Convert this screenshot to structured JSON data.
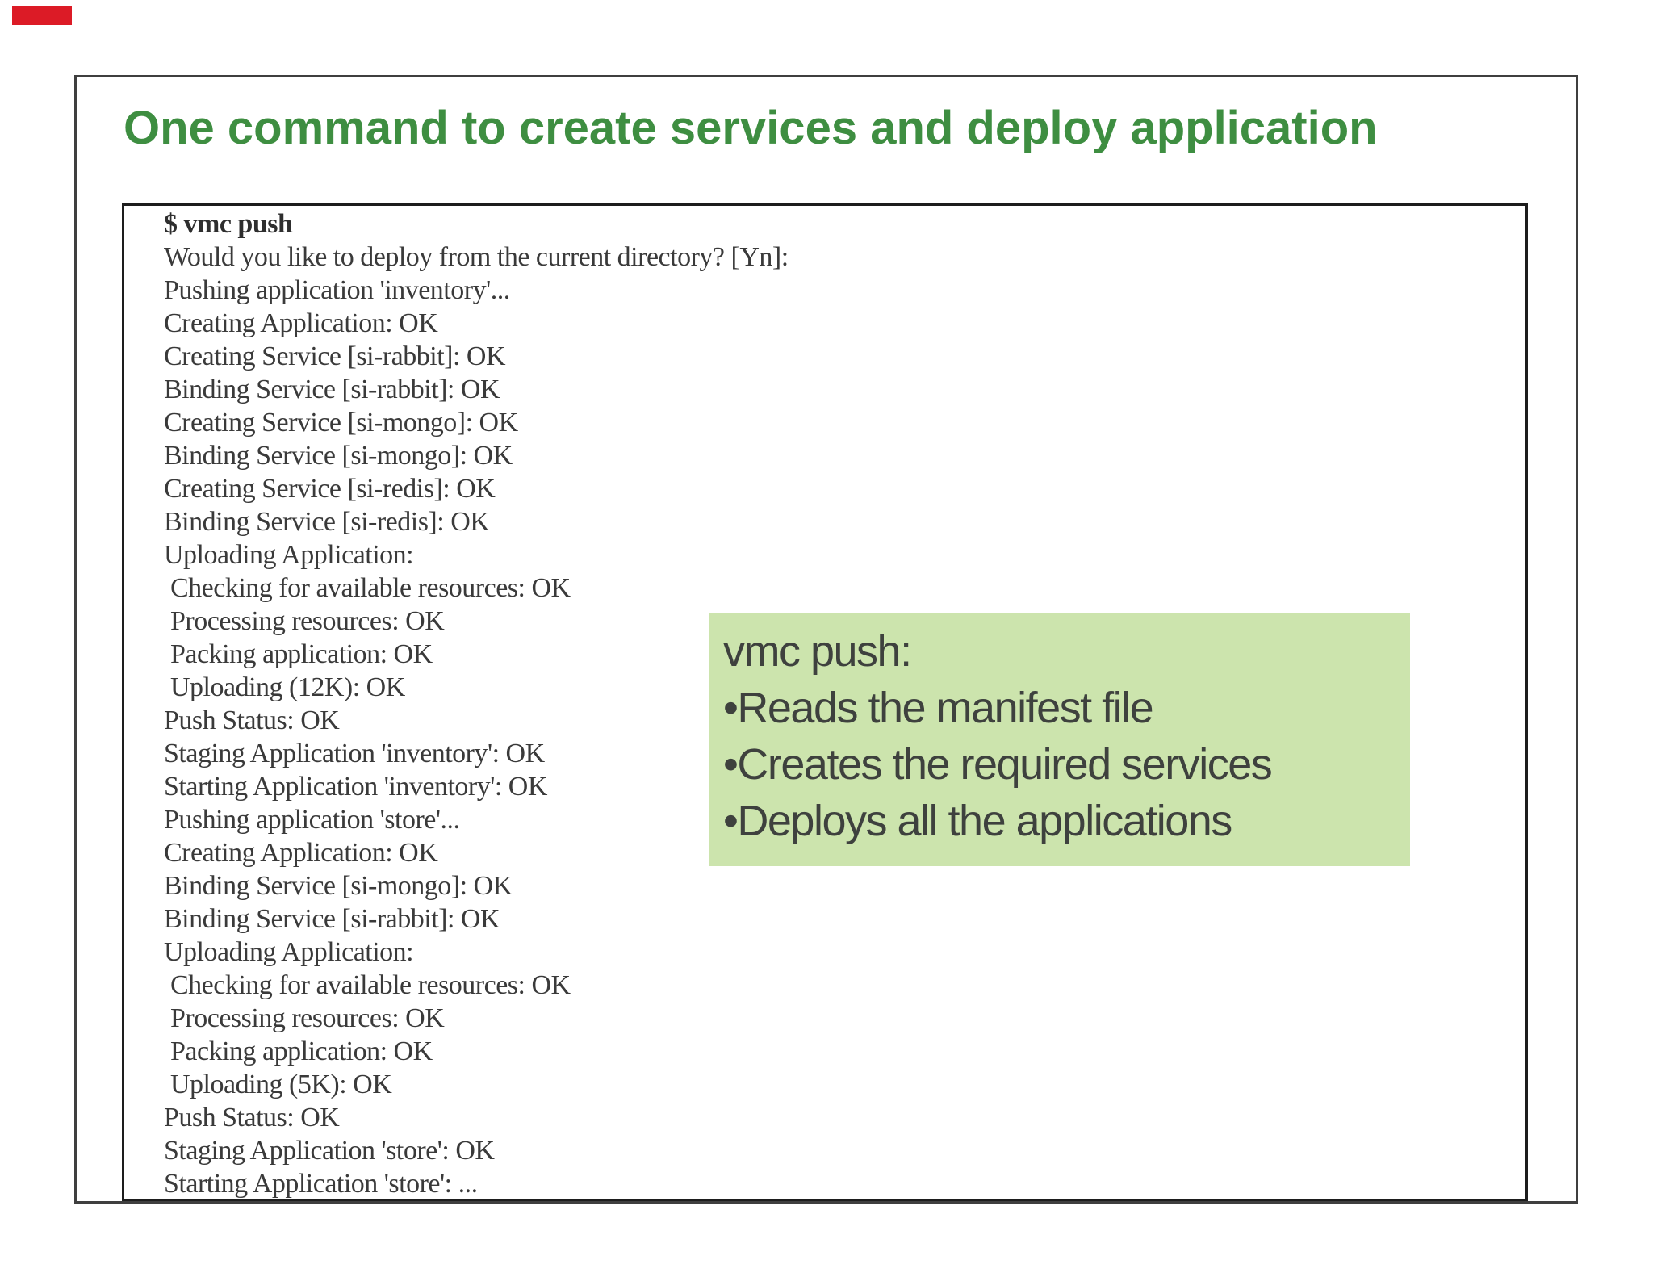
{
  "slide": {
    "title": "One command to create services and deploy application"
  },
  "terminal": {
    "prompt_line": "$ vmc push",
    "output_lines": [
      "Would you like to deploy from the current directory? [Yn]:",
      "Pushing application 'inventory'...",
      "Creating Application: OK",
      "Creating Service [si-rabbit]: OK",
      "Binding Service [si-rabbit]: OK",
      "Creating Service [si-mongo]: OK",
      "Binding Service [si-mongo]: OK",
      "Creating Service [si-redis]: OK",
      "Binding Service [si-redis]: OK",
      "Uploading Application:",
      " Checking for available resources: OK",
      " Processing resources: OK",
      " Packing application: OK",
      " Uploading (12K): OK",
      "Push Status: OK",
      "Staging Application 'inventory': OK",
      "Starting Application 'inventory': OK",
      "Pushing application 'store'...",
      "Creating Application: OK",
      "Binding Service [si-mongo]: OK",
      "Binding Service [si-rabbit]: OK",
      "Uploading Application:",
      " Checking for available resources: OK",
      " Processing resources: OK",
      " Packing application: OK",
      " Uploading (5K): OK",
      "Push Status: OK",
      "Staging Application 'store': OK",
      "Starting Application 'store': ..."
    ]
  },
  "callout": {
    "heading": "vmc push:",
    "bullets": [
      "•Reads the manifest file",
      "•Creates the required services",
      "•Deploys all the applications"
    ]
  },
  "colors": {
    "title_green": "#3e8e41",
    "callout_background": "#cce4ad",
    "terminal_text": "#3a3a3a",
    "red_marker": "#dc1b26"
  }
}
